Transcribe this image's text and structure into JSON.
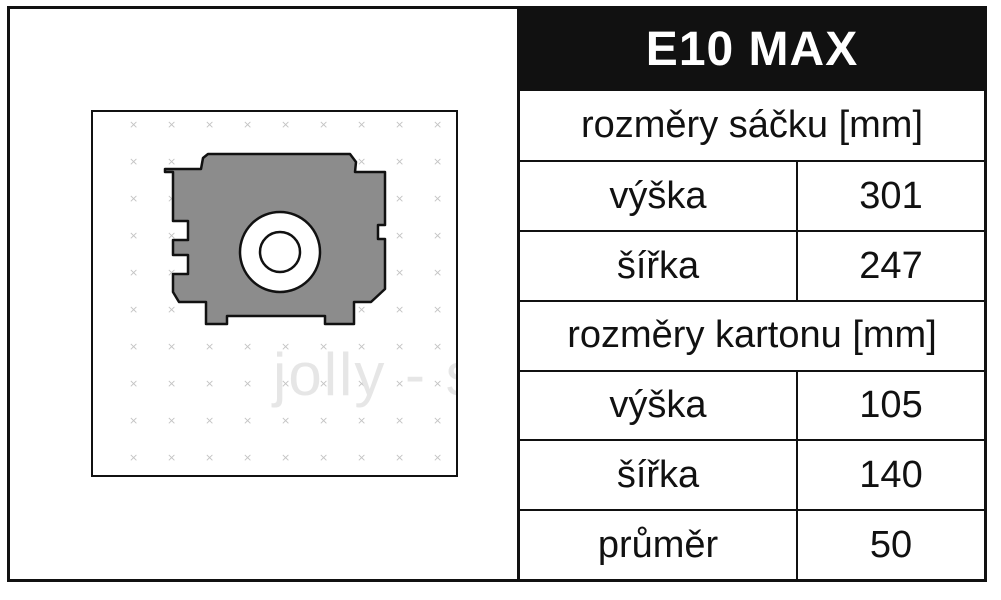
{
  "title": "E10 MAX",
  "watermark": "jolly - sáčky",
  "sections": [
    {
      "header": "rozměry sáčku [mm]",
      "rows": [
        {
          "label": "výška",
          "value": "301"
        },
        {
          "label": "šířka",
          "value": "247"
        }
      ]
    },
    {
      "header": "rozměry kartonu [mm]",
      "rows": [
        {
          "label": "výška",
          "value": "105"
        },
        {
          "label": "šířka",
          "value": "140"
        },
        {
          "label": "průměr",
          "value": "50"
        }
      ]
    }
  ],
  "colors": {
    "bag_fill": "#8c8c8c",
    "collar_fill": "#ffffff",
    "border": "#111111"
  }
}
